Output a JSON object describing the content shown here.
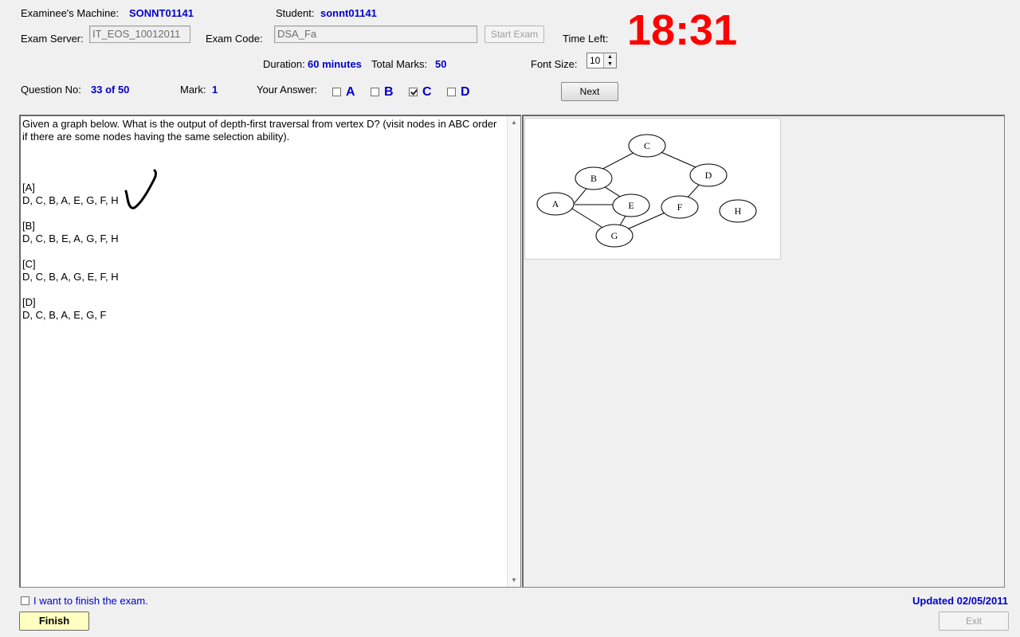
{
  "header": {
    "machine_label": "Examinee's Machine:",
    "machine_value": "SONNT01141",
    "student_label": "Student:",
    "student_value": "sonnt01141",
    "server_label": "Exam Server:",
    "server_value": "IT_EOS_10012011",
    "code_label": "Exam Code:",
    "code_value": "DSA_Fa",
    "start_button": "Start Exam",
    "time_left_label": "Time Left:",
    "time_left_value": "18:31",
    "duration_label": "Duration:",
    "duration_value": "60 minutes",
    "total_marks_label": "Total Marks:",
    "total_marks_value": "50",
    "font_size_label": "Font Size:",
    "font_size_value": "10"
  },
  "question_bar": {
    "qno_label": "Question No:",
    "qno_value": "33 of 50",
    "mark_label": "Mark:",
    "mark_value": "1",
    "answer_label": "Your Answer:",
    "options": [
      {
        "label": "A",
        "checked": false
      },
      {
        "label": "B",
        "checked": false
      },
      {
        "label": "C",
        "checked": true
      },
      {
        "label": "D",
        "checked": false
      }
    ],
    "next_button": "Next"
  },
  "question": {
    "text_line1": "Given a graph below. What is the output of  depth-first traversal from vertex  D? (visit nodes in ABC order",
    "text_line2": "if there are some nodes having the same selection ability).",
    "answers": [
      {
        "tag": "[A]",
        "text": "D, C, B, A, E, G, F, H"
      },
      {
        "tag": "[B]",
        "text": "D, C, B, E, A, G, F, H"
      },
      {
        "tag": "[C]",
        "text": "D, C, B, A, G, E, F, H"
      },
      {
        "tag": "[D]",
        "text": "D, C, B, A, E, G, F"
      }
    ]
  },
  "graph": {
    "nodes": [
      "A",
      "B",
      "C",
      "D",
      "E",
      "F",
      "G",
      "H"
    ]
  },
  "footer": {
    "finish_check_label": "I want to finish the exam.",
    "finish_button": "Finish",
    "updated": "Updated 02/05/2011",
    "exit_button": "Exit"
  },
  "colors": {
    "accent": "#0000cc",
    "timer": "#ff0000",
    "finish_button": "#ffffc0"
  }
}
